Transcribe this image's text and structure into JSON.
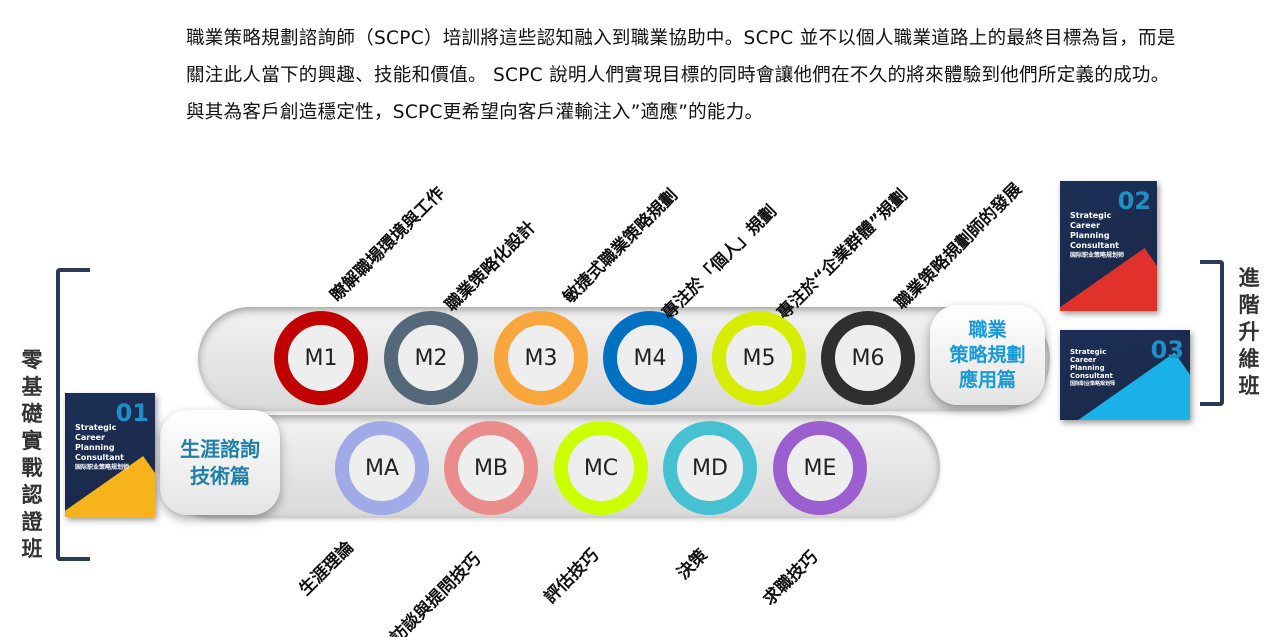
{
  "intro": "職業策略規劃諮詢師（SCPC）培訓將這些認知融入到職業協助中。SCPC 並不以個人職業道路上的最終目標為旨，而是關注此人當下的興趣、技能和價值。 SCPC 說明人們實現目標的同時會讓他們在不久的將來體驗到他們所定義的成功。 與其為客戶創造穩定性，SCPC更希望向客戶灌輸注入”適應”的能力。",
  "left_track": {
    "title": "零基礎實戰認證班",
    "book": {
      "number": "01",
      "title": [
        "Strategic",
        "Career",
        "Planning",
        "Consultant"
      ],
      "subtitle": "国际职业策略规划师"
    }
  },
  "right_track": {
    "title": "進階升維班",
    "books": [
      {
        "number": "02",
        "title": [
          "Strategic",
          "Career",
          "Planning",
          "Consultant"
        ],
        "subtitle": "国际职业策略规划师"
      },
      {
        "number": "03",
        "title": [
          "Strategic",
          "Career",
          "Planning",
          "Consultant"
        ],
        "subtitle": "国际职业策略规划师"
      }
    ]
  },
  "advanced": {
    "label": [
      "職業",
      "策略規劃",
      "應用篇"
    ],
    "modules": [
      {
        "code": "M1",
        "topic": "瞭解職場環境與工作",
        "color": "#c00000"
      },
      {
        "code": "M2",
        "topic": "職業策略化設計",
        "color": "#55687a"
      },
      {
        "code": "M3",
        "topic": "敏捷式職業策略規劃",
        "color": "#f9a63c"
      },
      {
        "code": "M4",
        "topic": "專注於「個人」規劃",
        "color": "#0070c0"
      },
      {
        "code": "M5",
        "topic": "專注於“企業群體”規劃",
        "color": "#d6ec00"
      },
      {
        "code": "M6",
        "topic": "職業策略規劃師的發展",
        "color": "#2f2f2f"
      }
    ]
  },
  "basic": {
    "label": [
      "生涯諮詢",
      "技術篇"
    ],
    "modules": [
      {
        "code": "MA",
        "topic": "生涯理論",
        "color": "#9faae6"
      },
      {
        "code": "MB",
        "topic": "訪談與提問技巧",
        "color": "#ea8c8c"
      },
      {
        "code": "MC",
        "topic": "評估技巧",
        "color": "#ccff00"
      },
      {
        "code": "MD",
        "topic": "決策",
        "color": "#45c1d1"
      },
      {
        "code": "ME",
        "topic": "求職技巧",
        "color": "#9c5fcf"
      }
    ]
  }
}
